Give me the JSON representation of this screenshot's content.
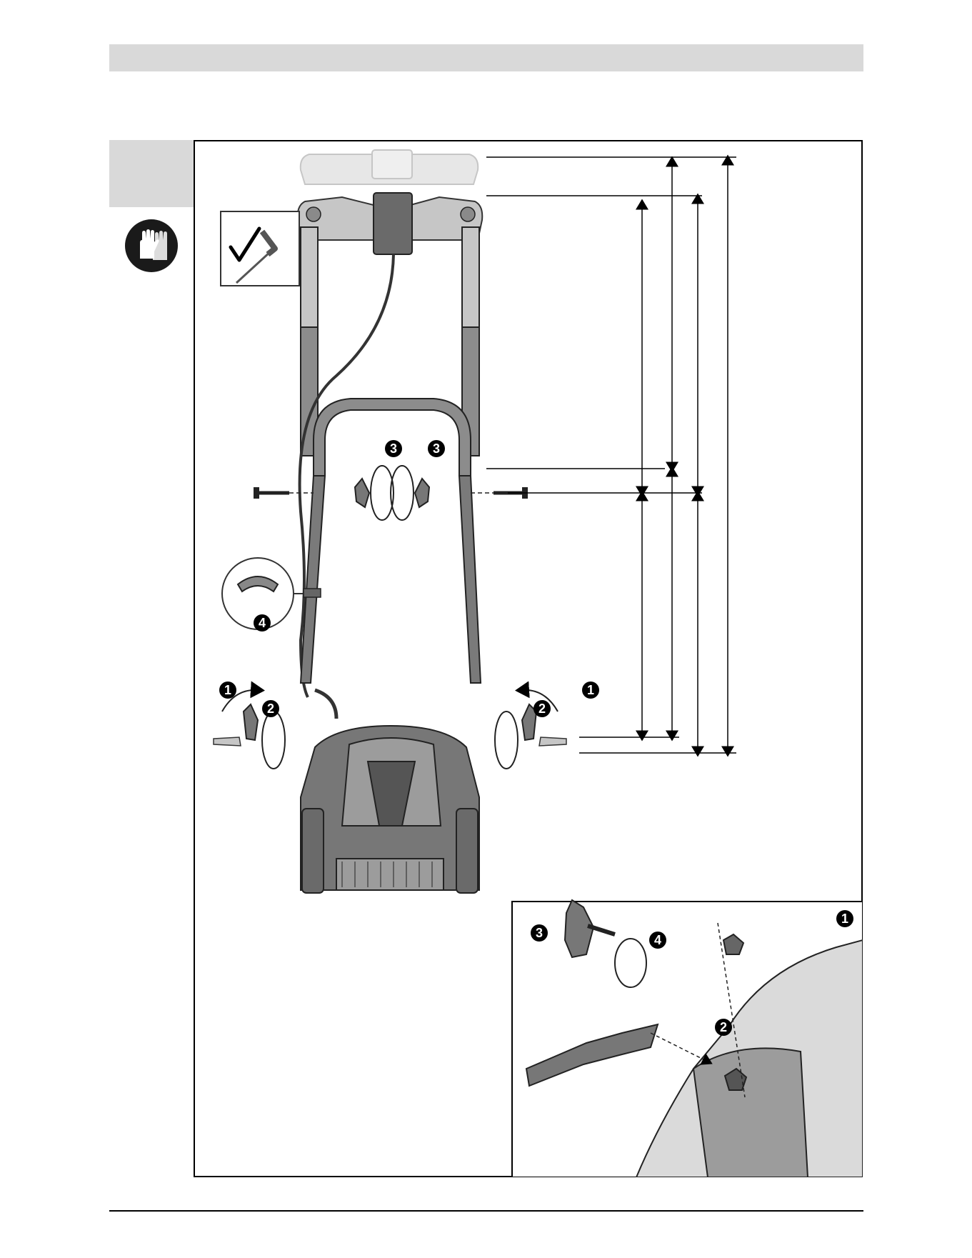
{
  "steps": {
    "one": "1",
    "two": "2",
    "three": "3",
    "four": "4"
  },
  "icons": {
    "safety": "gloves-icon",
    "check": "checkmark-icon"
  },
  "colors": {
    "header_gray": "#d9d9d9",
    "line": "#000000",
    "handle_dark": "#5a5a5a",
    "handle_light": "#c8c8c8"
  }
}
